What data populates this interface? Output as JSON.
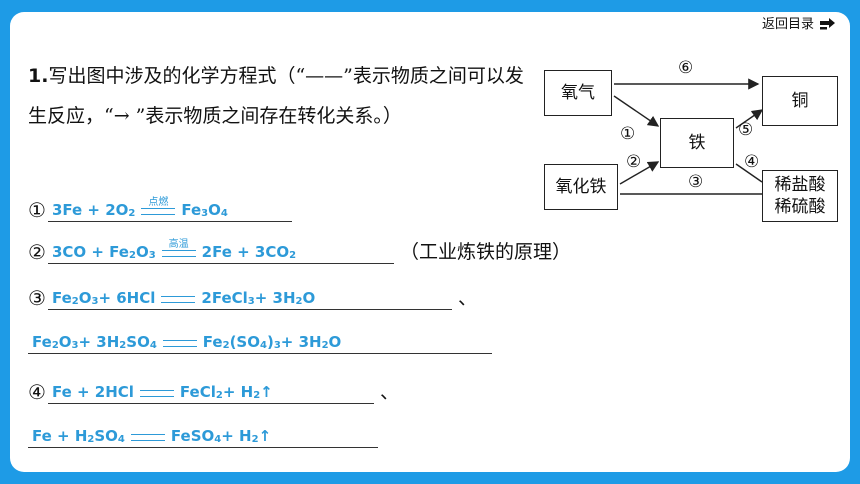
{
  "nav": {
    "back_label": "返回目录"
  },
  "question": {
    "number": "1.",
    "text": "写出图中涉及的化学方程式（“——”表示物质之间可以发生反应，“→ ”表示物质之间存在转化关系。）"
  },
  "diagram": {
    "oxygen": "氧气",
    "iron_oxide": "氧化铁",
    "iron": "铁",
    "copper": "铜",
    "acid_hcl": "稀盐酸",
    "acid_h2so4": "稀硫酸",
    "labels": [
      "①",
      "②",
      "③",
      "④",
      "⑤",
      "⑥"
    ]
  },
  "answers": {
    "a1": {
      "num": "①",
      "left": "3Fe + 2O",
      "left_sub": "2",
      "cond": "点燃",
      "right": "Fe",
      "right_sub1": "3",
      "right_mid": "O",
      "right_sub2": "4"
    },
    "a2": {
      "num": "②",
      "left": "3CO + Fe",
      "left_sub1": "2",
      "left_mid": "O",
      "left_sub2": "3",
      "cond": "高温",
      "right": "2Fe + 3CO",
      "right_sub": "2",
      "tail": "（工业炼铁的原理）"
    },
    "a3a": {
      "num": "③",
      "l1": "Fe",
      "s1": "2",
      "l2": "O",
      "s2": "3",
      "l3": " + 6HCl",
      "r1": "2FeCl",
      "rs1": "3",
      "r2": " + 3H",
      "rs2": "2",
      "r3": "O",
      "tail": "、"
    },
    "a3b": {
      "l1": "Fe",
      "s1": "2",
      "l2": "O",
      "s2": "3",
      "l3": " + 3H",
      "s3": "2",
      "l4": "SO",
      "s4": "4",
      "r1": "Fe",
      "rs1": "2",
      "r2": "(SO",
      "rs2": "4",
      "r3": ")",
      "rs3": "3",
      "r4": " + 3H",
      "rs4": "2",
      "r5": "O"
    },
    "a4a": {
      "num": "④",
      "l1": "Fe + 2HCl",
      "r1": "FeCl",
      "rs1": "2",
      "r2": " + H",
      "rs2": "2",
      "r3": " ↑",
      "tail": "、"
    },
    "a4b": {
      "l1": "Fe + H",
      "s1": "2",
      "l2": "SO",
      "s2": "4",
      "r1": "FeSO",
      "rs1": "4",
      "r2": " + H",
      "rs2": "2",
      "r3": " ↑"
    }
  }
}
